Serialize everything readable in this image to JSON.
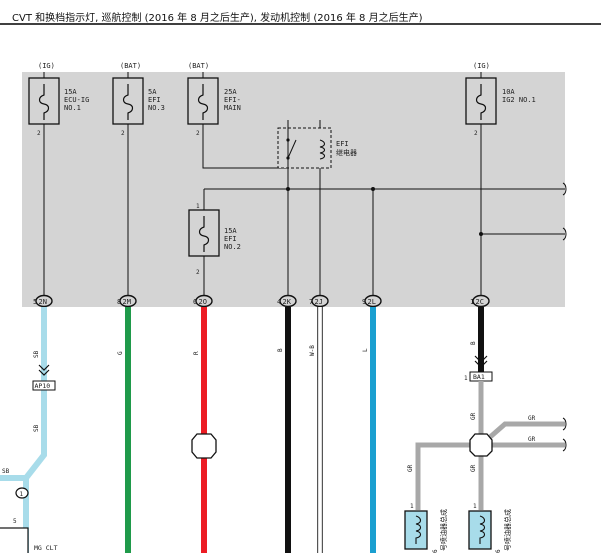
{
  "header": {
    "title": "CVT 和换档指示灯, 巡航控制 (2016 年 8 月之后生产), 发动机控制 (2016 年 8 月之后生产)"
  },
  "fuses": [
    {
      "source": "(IG)",
      "label": [
        "15A",
        "ECU-IG",
        "NO.1"
      ],
      "pin": "2"
    },
    {
      "source": "(BAT)",
      "label": [
        "5A",
        "EFI",
        "NO.3"
      ],
      "pin": "2"
    },
    {
      "source": "(BAT)",
      "label": [
        "25A",
        "EFI-",
        "MAIN"
      ],
      "pin": "2"
    },
    {
      "source": "(IG)",
      "label": [
        "10A",
        "IG2 NO.1"
      ],
      "pin": "2"
    },
    {
      "source": "",
      "label": [
        "15A",
        "EFI",
        "NO.2"
      ],
      "pin": "2",
      "pin_top": "1"
    }
  ],
  "relay": {
    "label": [
      "EFI",
      "继电器"
    ]
  },
  "connectors": [
    {
      "pin": "5",
      "id": "2N"
    },
    {
      "pin": "8",
      "id": "2M"
    },
    {
      "pin": "6",
      "id": "2O"
    },
    {
      "pin": "4",
      "id": "2K"
    },
    {
      "pin": "7",
      "id": "2J"
    },
    {
      "pin": "9",
      "id": "2L"
    },
    {
      "pin": "1",
      "id": "2C"
    }
  ],
  "wires": {
    "w1": {
      "color": "SB",
      "hex": "#a8dcea"
    },
    "w2": {
      "color": "G",
      "hex": "#1f9a4a"
    },
    "w3": {
      "color": "R",
      "hex": "#ec1c24"
    },
    "w4": {
      "color": "B",
      "hex": "#111111"
    },
    "w5": {
      "color": "W-B",
      "hex": "#cfcfcf"
    },
    "w6": {
      "color": "L",
      "hex": "#1a9fd0"
    },
    "w7": {
      "color": "B",
      "hex": "#111111"
    },
    "gray": {
      "color": "GR",
      "hex": "#a8a8a8"
    }
  },
  "lower": {
    "sb_top": "SB",
    "sb_mid": "SB",
    "sb_left": "SB",
    "ap10": "AP10",
    "ba1_pin": "1",
    "ba1": "BA1",
    "gr1": "GR",
    "gr2": "GR",
    "gr3": "GR",
    "gr_right1": "GR",
    "gr_right2": "GR",
    "coil_label": "号喷油器总成",
    "coil_pin_top1": "1",
    "coil_pin_top2": "1",
    "coil_pin_bot1": "6",
    "coil_pin_bot2": "6",
    "node_pin": "1",
    "pin5": "5",
    "mg_clt": "MG CLT"
  },
  "colors": {
    "panel": "#d4d4d4",
    "accent_blue": "#a8dcea"
  }
}
